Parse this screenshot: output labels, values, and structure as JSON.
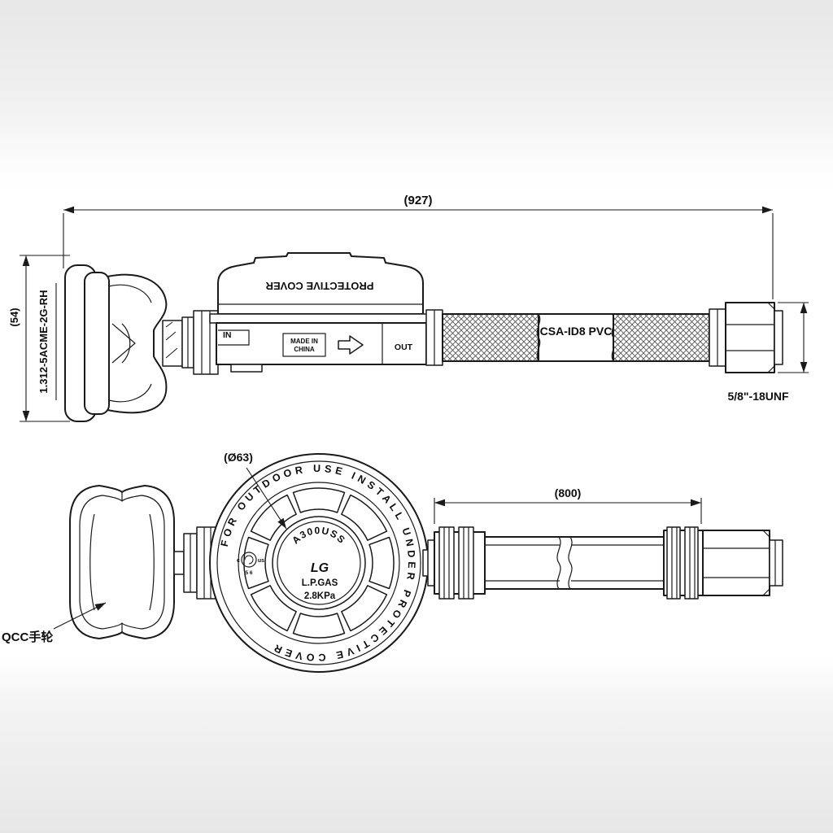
{
  "side_view": {
    "dim_overall": "(927)",
    "dim_height": "(54)",
    "inlet_thread": "1.312-5ACME-2G-RH",
    "cover_text": "PROTECTIVE COVER",
    "port_in": "IN",
    "made_in_line1": "MADE IN",
    "made_in_line2": "CHINA",
    "port_out": "OUT",
    "hose_spec": "CSA-ID8 PVC",
    "outlet_thread": "5/8\"-18UNF"
  },
  "front_view": {
    "dim_diameter": "(Ø63)",
    "dim_hose_length": "(800)",
    "ring_text": "FOR OUTDOOR USE INSTALL UNDER PROTECTIVE COVER",
    "model": "A300USS",
    "logo": "LG",
    "gas_type": "L.P.GAS",
    "pressure": "2.8KPa",
    "cert_left": "c",
    "cert_right": "us",
    "cert_numbers": "5 6",
    "knob_label": "QCC手轮"
  }
}
